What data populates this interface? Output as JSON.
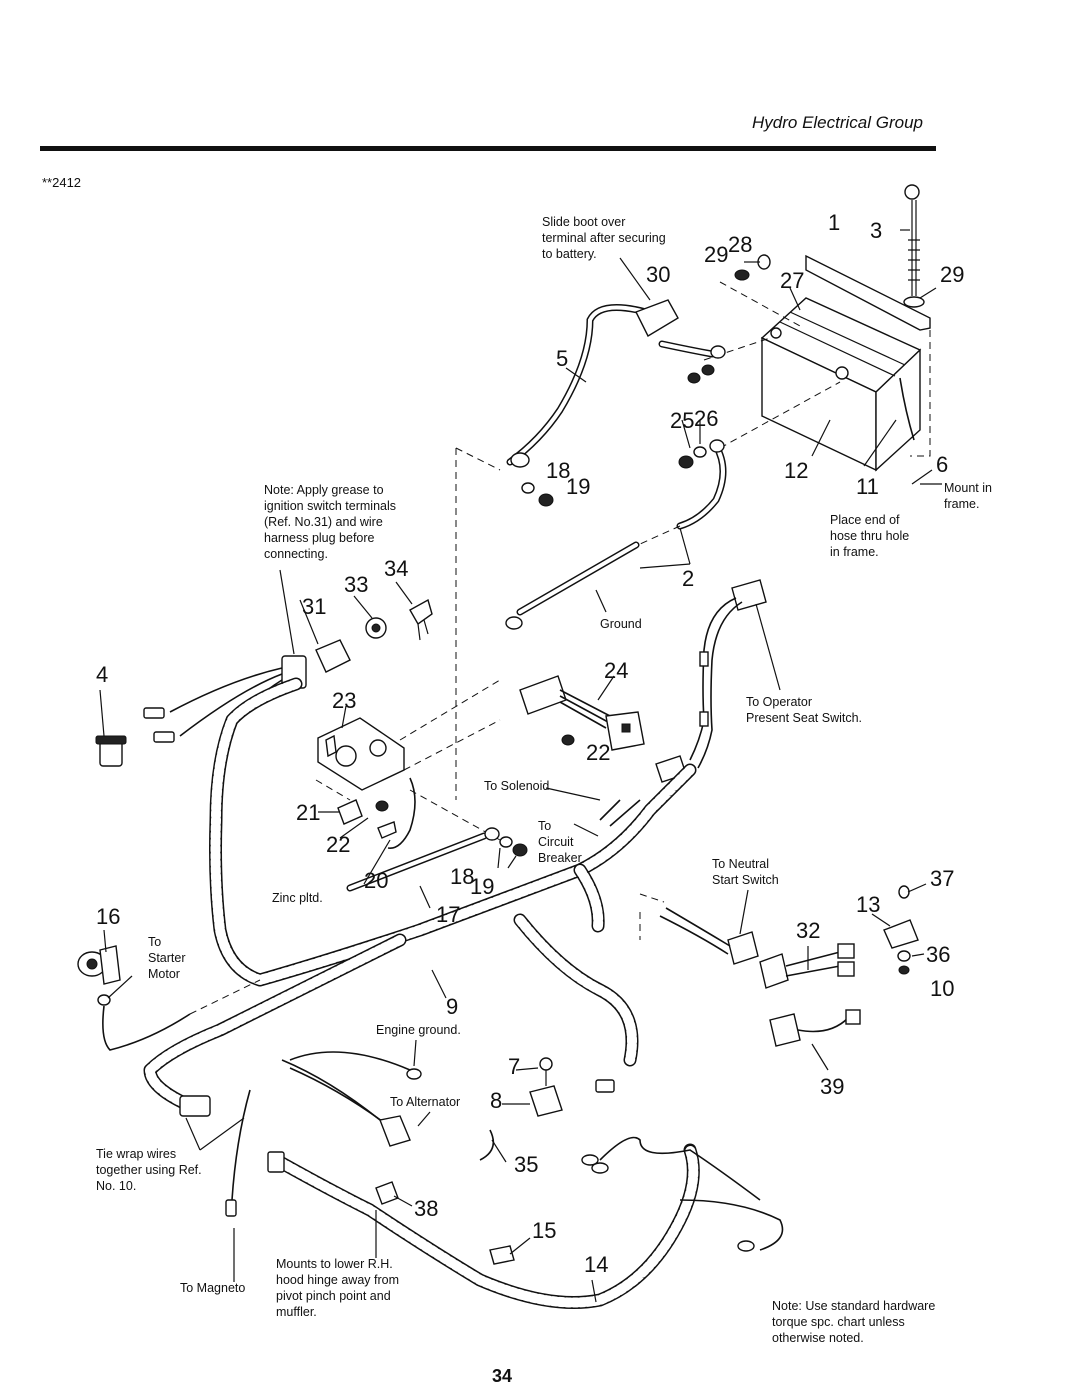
{
  "header": {
    "title": "Hydro Electrical Group",
    "code": "**2412"
  },
  "page_number": "34",
  "part_labels": {
    "p1": "1",
    "p2": "2",
    "p3": "3",
    "p4": "4",
    "p5": "5",
    "p6": "6",
    "p7": "7",
    "p8": "8",
    "p9": "9",
    "p10": "10",
    "p11": "11",
    "p12": "12",
    "p13": "13",
    "p14": "14",
    "p15": "15",
    "p16": "16",
    "p17": "17",
    "p18a": "18",
    "p18b": "18",
    "p19a": "19",
    "p19b": "19",
    "p20": "20",
    "p21": "21",
    "p22a": "22",
    "p22b": "22",
    "p23": "23",
    "p24": "24",
    "p25": "25",
    "p26": "26",
    "p27": "27",
    "p28": "28",
    "p29a": "29",
    "p29b": "29",
    "p30": "30",
    "p31": "31",
    "p32": "32",
    "p33": "33",
    "p34": "34",
    "p35": "35",
    "p36": "36",
    "p37": "37",
    "p38": "38",
    "p39": "39"
  },
  "notes": {
    "slide_boot": [
      "Slide boot over",
      "terminal after securing",
      "to battery."
    ],
    "grease": [
      "Note: Apply grease to",
      "ignition switch terminals",
      "(Ref. No.31) and wire",
      "harness plug before",
      "connecting."
    ],
    "mount_frame": [
      "Mount in",
      "frame."
    ],
    "place_hose": [
      "Place end of",
      "hose thru hole",
      "in frame."
    ],
    "ground": "Ground",
    "operator_seat": [
      "To Operator",
      "Present Seat Switch."
    ],
    "to_solenoid": "To Solenoid",
    "circuit_breaker": [
      "To",
      "Circuit",
      "Breaker"
    ],
    "neutral_start": [
      "To Neutral",
      "Start Switch"
    ],
    "zinc": "Zinc pltd.",
    "starter_motor": [
      "To",
      "Starter",
      "Motor"
    ],
    "engine_ground": "Engine ground.",
    "to_alternator": "To Alternator",
    "tie_wrap": [
      "Tie wrap wires",
      "together using Ref.",
      "No. 10."
    ],
    "to_magneto": "To Magneto",
    "mounts_hood": [
      "Mounts to lower R.H.",
      "hood hinge away from",
      "pivot pinch point and",
      "muffler."
    ],
    "hardware_note": [
      "Note: Use standard hardware",
      "torque spc. chart unless",
      "otherwise noted."
    ]
  }
}
